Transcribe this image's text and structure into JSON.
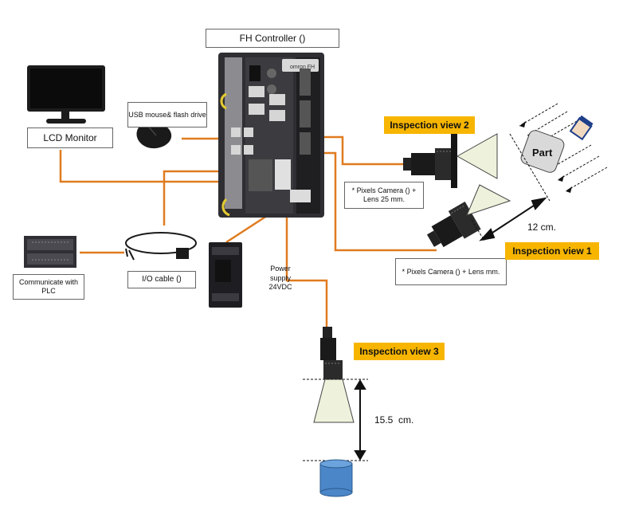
{
  "labels": {
    "controller": "FH Controller ()",
    "lcd_monitor": "LCD Monitor",
    "usb": "USB mouse& flash drive",
    "plc": "Communicate with PLC",
    "io_cable": "I/O cable ()",
    "power_supply": "Power supply 24VDC",
    "camera2": "* Pixels Camera () + Lens 25 mm.",
    "camera1": "* Pixels Camera () + Lens mm.",
    "part": "Part",
    "controller_logo": "omron FH"
  },
  "views": {
    "v1": "Inspection view 1",
    "v2": "Inspection view 2",
    "v3": "Inspection view 3"
  },
  "dimensions": {
    "distance_view1": "12 cm.",
    "distance_view3": "15.5  cm."
  },
  "colors": {
    "cable": "#e07b1f",
    "highlight": "#f7b500",
    "dimension": "#111111",
    "part_fill": "#d9d9d9",
    "target_fill": "#4a86c8",
    "cone_fill": "#eef2dc"
  }
}
